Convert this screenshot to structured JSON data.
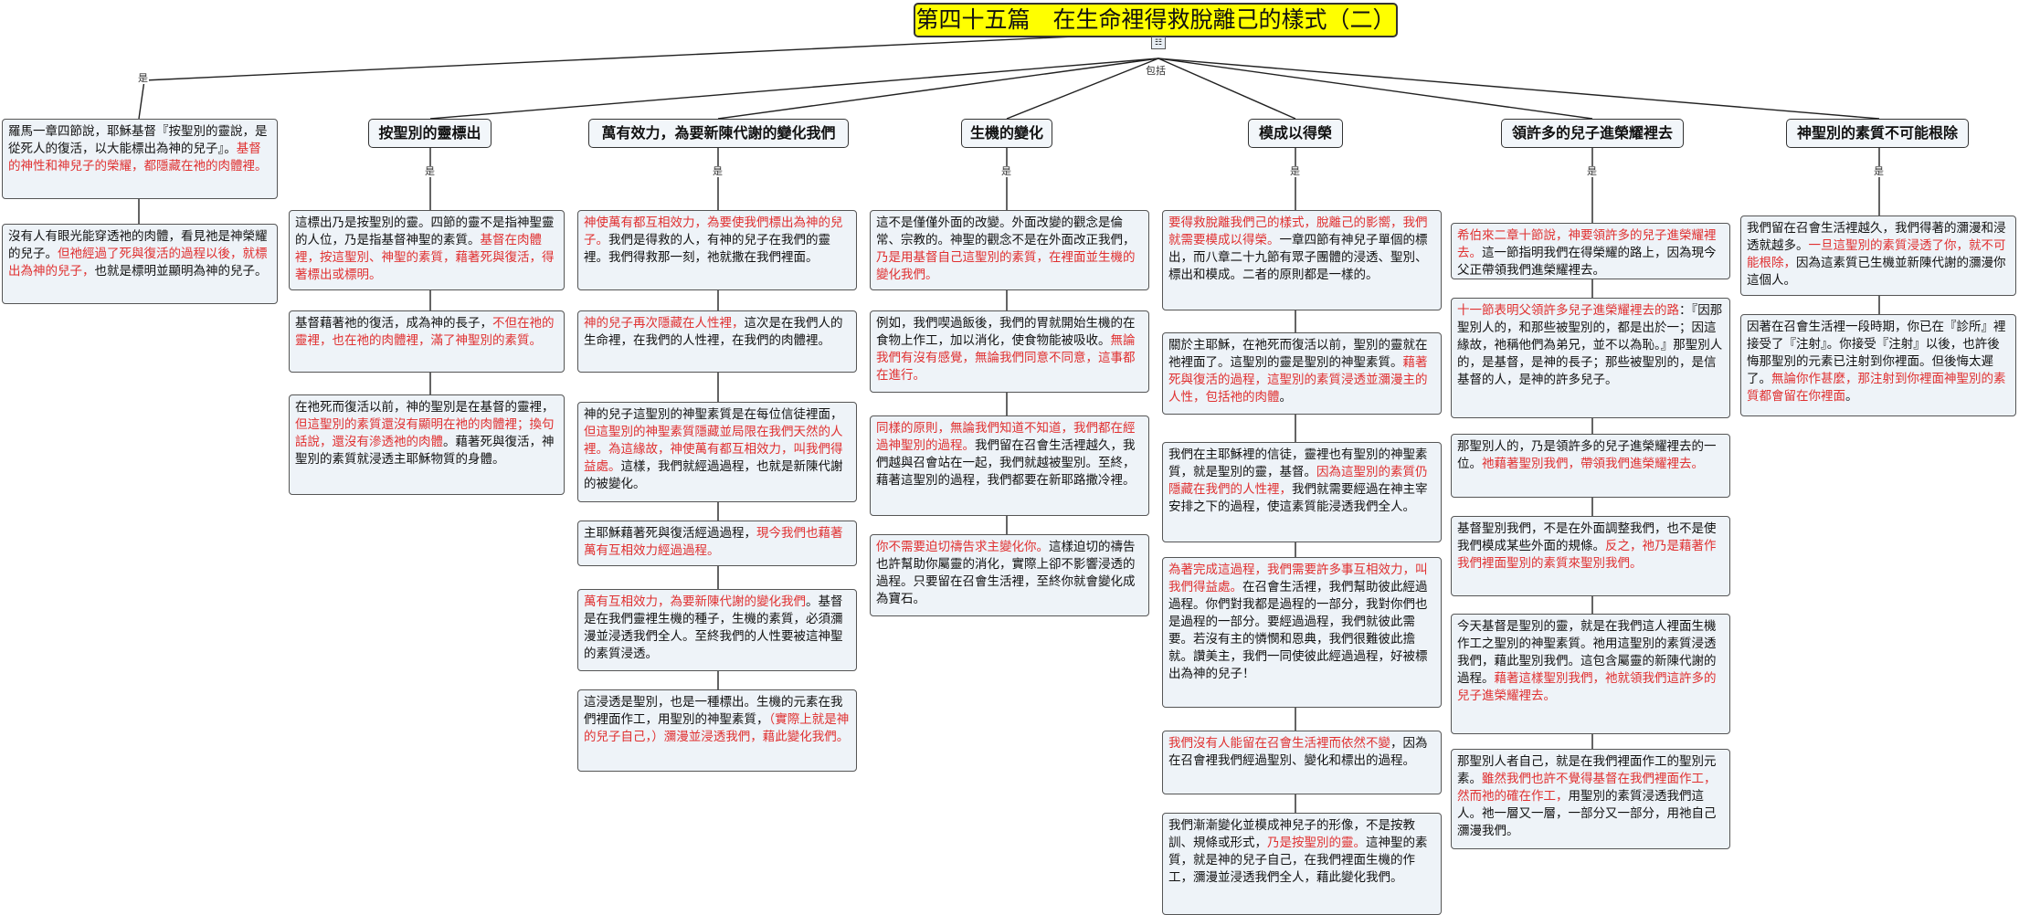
{
  "title": "第四十五篇　在生命裡得救脫離己的樣式（二）",
  "connectors": {
    "is": "是",
    "includes": "包括"
  },
  "icons": {
    "root": "notes-icon"
  },
  "colors": {
    "title_bg": "#ffff00",
    "node_bg": "#eef3f8",
    "highlight": "#e03030"
  },
  "left_node": [
    {
      "t": "羅馬一章四節說，耶穌基督『按聖別的靈說，是從死人的復活，以大能標出為神的兒子』。"
    },
    {
      "t": "基督的神性和神兒子的榮耀，都隱藏在祂的肉體裡。",
      "r": true
    }
  ],
  "left_child": [
    {
      "t": "沒有人有眼光能穿透祂的肉體，看見祂是神榮耀的兒子。"
    },
    {
      "t": "但祂經過了死與復活的過程以後，就標出為神的兒子，",
      "r": true
    },
    {
      "t": "也就是標明並顯明為神的兒子。"
    }
  ],
  "branches": [
    {
      "title": "按聖別的靈標出",
      "nodes": [
        [
          {
            "t": "這標出乃是按聖別的靈。四節的靈不是指神聖靈的人位，乃是指基督神聖的素質。"
          },
          {
            "t": "基督在肉體裡，按這聖別、神聖的素質，藉著死與復活，得著標出或標明。",
            "r": true
          }
        ],
        [
          {
            "t": "基督藉著祂的復活，成為神的長子，"
          },
          {
            "t": "不但在祂的靈裡，也在祂的肉體裡，滿了神聖別的素質。",
            "r": true
          }
        ],
        [
          {
            "t": "在祂死而復活以前，神的聖別是在基督的靈裡，"
          },
          {
            "t": "但這聖別的素質還沒有顯明在祂的肉體裡；換句話說，還沒有滲透祂的肉體",
            "r": true
          },
          {
            "t": "。藉著死與復活，神聖別的素質就浸透主耶穌物質的身體。"
          }
        ]
      ]
    },
    {
      "title": "萬有效力，為要新陳代謝的變化我們",
      "nodes": [
        [
          {
            "t": "神使萬有都互相效力，為要使我們標出為神的兒子。",
            "r": true
          },
          {
            "t": "我們是得救的人，有神的兒子在我們的靈裡。我們得救那一刻，祂就撒在我們裡面。"
          }
        ],
        [
          {
            "t": "神的兒子再次隱藏在人性裡，",
            "r": true
          },
          {
            "t": "這次是在我們人的生命裡，在我們的人性裡，在我們的肉體裡。"
          }
        ],
        [
          {
            "t": "神的兒子這聖別的神聖素質是在每位信徒裡面，"
          },
          {
            "t": "但這聖別的神聖素質隱藏並局限在我們天然的人裡。為這緣故，神使萬有都互相效力，叫我們得益處。",
            "r": true
          },
          {
            "t": "這樣，我們就經過過程，也就是新陳代謝的被變化。"
          }
        ],
        [
          {
            "t": "主耶穌藉著死與復活經過過程，"
          },
          {
            "t": "現今我們也藉著萬有互相效力經過過程。",
            "r": true
          }
        ],
        [
          {
            "t": "萬有互相效力，為要新陳代謝的變化我們",
            "r": true
          },
          {
            "t": "。基督是在我們靈裡生機的種子，生機的素質，必須瀰漫並浸透我們全人。至終我們的人性要被這神聖的素質浸透。"
          }
        ],
        [
          {
            "t": "這浸透是聖別，也是一種標出。生機的元素在我們裡面作工，用聖別的神聖素質，"
          },
          {
            "t": "（實際上就是神的兒子自己，）瀰漫並浸透我們，藉此變化我們。",
            "r": true
          }
        ]
      ]
    },
    {
      "title": "生機的變化",
      "nodes": [
        [
          {
            "t": "這不是僅僅外面的改變。外面改變的觀念是倫常、宗教的。神聖的觀念不是在外面改正我們，"
          },
          {
            "t": "乃是用基督自己這聖別的素質，在裡面並生機的變化我們。",
            "r": true
          }
        ],
        [
          {
            "t": "例如，我們喫過飯後，我們的胃就開始生機的在食物上作工，加以消化，使食物能被吸收。"
          },
          {
            "t": "無論我們有沒有感覺，無論我們同意不同意，這事都在進行。",
            "r": true
          }
        ],
        [
          {
            "t": "同樣的原則，無論我們知道不知道，我們都在經過神聖別的過程。",
            "r": true
          },
          {
            "t": "我們留在召會生活裡越久，我們越與召會站在一起，我們就越被聖別。至終，藉著這聖別的過程，我們都要在新耶路撒冷裡。"
          }
        ],
        [
          {
            "t": "你不需要迫切禱告求主變化你。",
            "r": true
          },
          {
            "t": "這樣迫切的禱告也許幫助你屬靈的消化，實際上卻不影響浸透的過程。只要留在召會生活裡，至終你就會變化成為寶石。"
          }
        ]
      ]
    },
    {
      "title": "模成以得榮",
      "nodes": [
        [
          {
            "t": "要得救脫離我們己的樣式，脫離己的影嚮，我們就需要模成以得榮。",
            "r": true
          },
          {
            "t": "一章四節有神兒子單個的標出，而八章二十九節有眾子團體的浸透、聖別、標出和模成。二者的原則都是一樣的。"
          }
        ],
        [
          {
            "t": "關於主耶穌，在祂死而復活以前，聖別的靈就在祂裡面了。這聖別的靈是聖別的神聖素質。"
          },
          {
            "t": "藉著死與復活的過程，這聖別的素質浸透並瀰漫主的人性，包括祂的肉體",
            "r": true
          },
          {
            "t": "。"
          }
        ],
        [
          {
            "t": "我們在主耶穌裡的信徒，靈裡也有聖別的神聖素質，就是聖別的靈，基督。"
          },
          {
            "t": "因為這聖別的素質仍隱藏在我們的人性裡，",
            "r": true
          },
          {
            "t": "我們就需要經過在神主宰安排之下的過程，使這素質能浸透我們全人。"
          }
        ],
        [
          {
            "t": "為著完成這過程，我們需要許多事互相效力，叫我們得益處。",
            "r": true
          },
          {
            "t": "在召會生活裡，我們幫助彼此經過過程。你們對我都是過程的一部分，我對你們也是過程的一部分。要經過過程，我們就彼此需要。若沒有主的憐憫和恩典，我們很難彼此擔就。讚美主，我們一同使彼此經過過程，好被標出為神的兒子！"
          }
        ],
        [
          {
            "t": "我們沒有人能留在召會生活裡而依然不變",
            "r": true
          },
          {
            "t": "，因為在召會裡我們經過聖別、變化和標出的過程。"
          }
        ],
        [
          {
            "t": "我們漸漸變化並模成神兒子的形像，不是按教訓、規條或形式，"
          },
          {
            "t": "乃是按聖別的靈。",
            "r": true
          },
          {
            "t": "這神聖的素質，就是神的兒子自己，在我們裡面生機的作工，瀰漫並浸透我們全人，藉此變化我們。"
          }
        ]
      ]
    },
    {
      "title": "領許多的兒子進榮耀裡去",
      "nodes": [
        [
          {
            "t": "希伯來二章十節說，神要領許多的兒子進榮耀裡去。",
            "r": true
          },
          {
            "t": "這一節指明我們在得榮耀的路上，因為現今父正帶領我們進榮耀裡去。"
          }
        ],
        [
          {
            "t": "十一節表明父領許多兒子進榮耀裡去的路",
            "r": true
          },
          {
            "t": "：『因那聖別人的，和那些被聖別的，都是出於一；因這緣故，祂稱他們為弟兄，並不以為恥。』那聖別人的，是基督，是神的長子；那些被聖別的，是信基督的人，是神的許多兒子。"
          }
        ],
        [
          {
            "t": "那聖別人的，乃是領許多的兒子進榮耀裡去的一位。"
          },
          {
            "t": "祂藉著聖別我們，帶領我們進榮耀裡去。",
            "r": true
          }
        ],
        [
          {
            "t": "基督聖別我們，不是在外面調整我們，也不是使我們模成某些外面的規條。"
          },
          {
            "t": "反之，祂乃是藉著作我們裡面聖別的素質來聖別我們。",
            "r": true
          }
        ],
        [
          {
            "t": "今天基督是聖別的靈，就是在我們這人裡面生機作工之聖別的神聖素質。祂用這聖別的素質浸透我們，藉此聖別我們。這包含屬靈的新陳代謝的過程。"
          },
          {
            "t": "藉著這樣聖別我們，祂就領我們這許多的兒子進榮耀裡去。",
            "r": true
          }
        ],
        [
          {
            "t": "那聖別人者自己，就是在我們裡面作工的聖別元素。"
          },
          {
            "t": "雖然我們也許不覺得基督在我們裡面作工，然而祂的確在作工，",
            "r": true
          },
          {
            "t": "用聖別的素質浸透我們這人。祂一層又一層，一部分又一部分，用祂自己瀰漫我們。"
          }
        ]
      ]
    },
    {
      "title": "神聖別的素質不可能根除",
      "nodes": [
        [
          {
            "t": "我們留在召會生活裡越久，我們得著的瀰漫和浸透就越多。"
          },
          {
            "t": "一旦這聖別的素質浸透了你，就不可能根除，",
            "r": true
          },
          {
            "t": "因為這素質已生機並新陳代謝的瀰漫你這個人。"
          }
        ],
        [
          {
            "t": "因著在召會生活裡一段時期，你已在『診所』裡接受了『注射』。你接受『注射』以後，也許後悔那聖別的元素已注射到你裡面。但後悔太遲了。"
          },
          {
            "t": "無論你作甚麼，那注射到你裡面神聖別的素質都會留在你裡面",
            "r": true
          },
          {
            "t": "。"
          }
        ]
      ]
    }
  ]
}
